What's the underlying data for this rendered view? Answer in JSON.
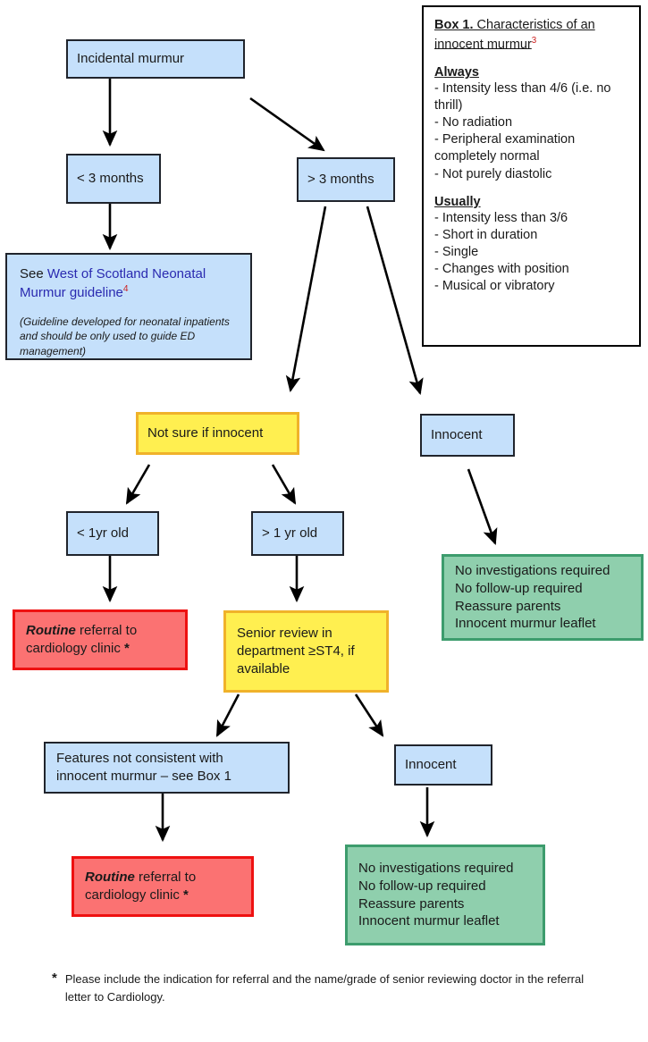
{
  "document": {
    "title": "Incidental murmur pathway flowchart"
  },
  "box1": {
    "title_label": "Box 1.",
    "title_rest": " Characteristics of an innocent murmur",
    "title_superscript": "3",
    "always_heading": "Always",
    "always_items": [
      "- Intensity less than 4/6 (i.e. no thrill)",
      "- No radiation",
      "- Peripheral examination completely normal",
      "- Not purely diastolic"
    ],
    "usually_heading": "Usually",
    "usually_items": [
      "- Intensity less than 3/6",
      "- Short in duration",
      "- Single",
      "- Changes with position",
      "- Musical or vibratory"
    ]
  },
  "nodes": {
    "incidental_murmur": "Incidental murmur",
    "under_3_months": "< 3 months",
    "over_3_months": "> 3 months",
    "wos_prefix": "See ",
    "wos_link": "West of Scotland Neonatal Murmur guideline",
    "wos_superscript": "4",
    "wos_note": "(Guideline developed for neonatal inpatients and should be only used to guide ED management)",
    "not_sure_if_innocent": "Not sure if innocent",
    "innocent_upper": "Innocent",
    "under_1yr": "< 1yr old",
    "over_1yr": "> 1 yr old",
    "routine_referral_bold": "Routine",
    "routine_referral_rest": " referral to cardiology clinic ",
    "routine_referral_star": "*",
    "senior_review": "Senior review in department ≥ST4, if available",
    "green_upper_lines": [
      "No investigations required",
      "No follow-up required",
      "Reassure parents",
      "Innocent murmur leaflet"
    ],
    "features_not_consistent": "Features not consistent with innocent murmur – see Box 1",
    "innocent_lower": "Innocent",
    "green_lower_lines": [
      "No investigations required",
      "No follow-up required",
      "Reassure parents",
      "Innocent murmur leaflet"
    ]
  },
  "footnote": {
    "marker": "*",
    "text": "Please include the indication for referral and the name/grade of senior reviewing doctor in the referral letter to Cardiology."
  },
  "colors": {
    "blue_fill": "#c5e0fb",
    "yellow_fill": "#ffef50",
    "yellow_border": "#f0b22a",
    "red_fill": "#fb7272",
    "red_border": "#ee1111",
    "green_fill": "#8fcfad",
    "green_border": "#3d9c6d",
    "link_blue": "#2a2ab0",
    "superscript_red": "#cc2020",
    "outline": "#20242c"
  }
}
